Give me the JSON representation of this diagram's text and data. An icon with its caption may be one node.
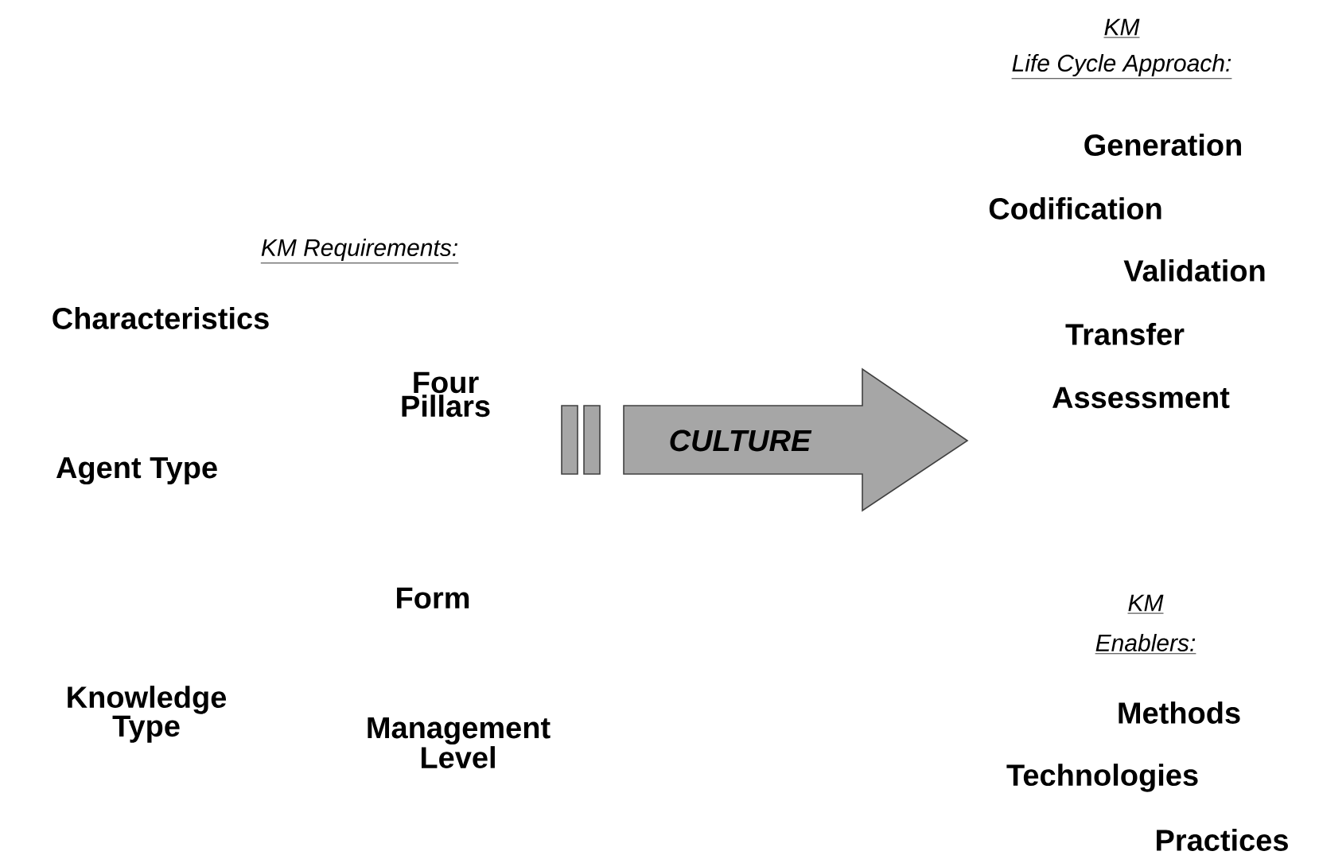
{
  "diagram": {
    "nodes": [
      {
        "text": [
          "CULTURE"
        ]
      }
    ],
    "labels": [
      "KM",
      "Life Cycle Approach:",
      "Generation",
      "Codification",
      "KM Requirements:",
      "Validation",
      "Characteristics",
      "Transfer",
      "Four Pillars",
      "Assessment",
      "Agent Type",
      "Form",
      "KM",
      "Enablers:",
      "Knowledge Type",
      "Methods",
      "Management Level",
      "Technologies",
      "Practices"
    ]
  }
}
